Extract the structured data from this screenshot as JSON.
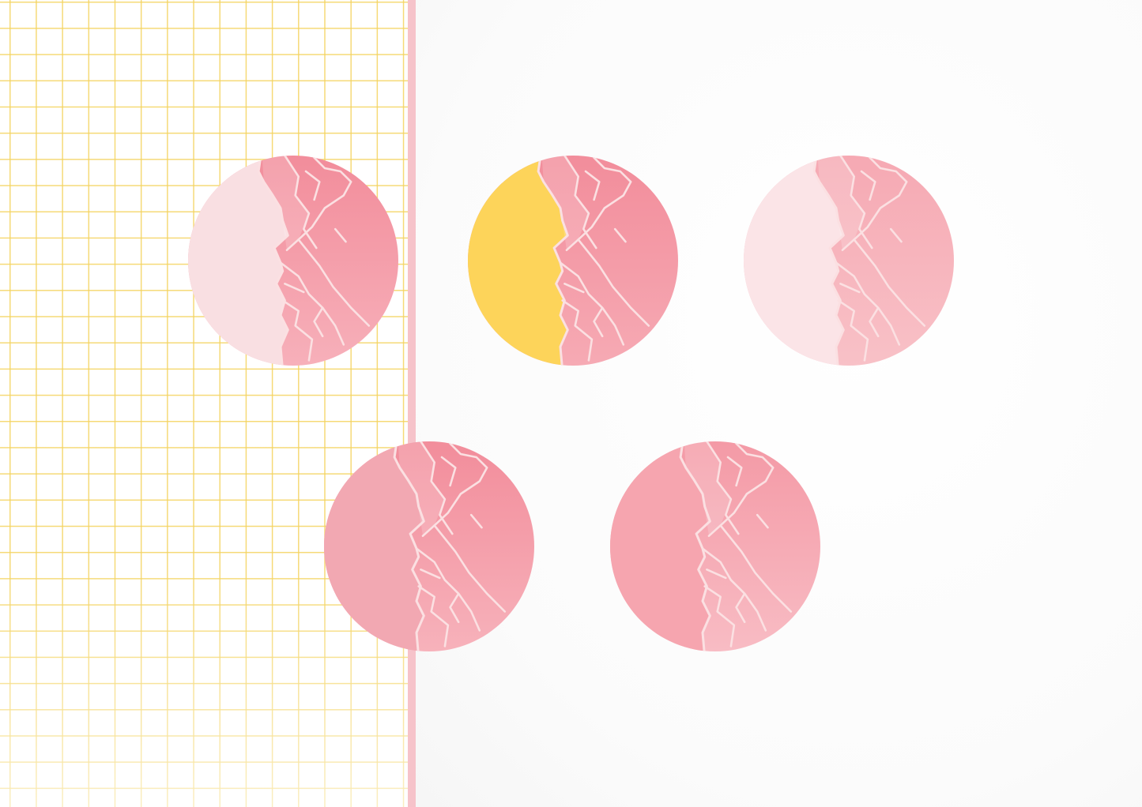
{
  "scene": {
    "panels": {
      "grid_panel": {
        "line_color": "#f4d35e",
        "background": "#ffffff"
      },
      "divider": {
        "color": "#f6c3ca"
      },
      "plain_panel": {
        "background": "#fdfdfd"
      }
    },
    "crack_line_color": "#fbe0e2",
    "discs": [
      {
        "name": "disc-light-pink-left-half",
        "left_color": "#f9dfe2",
        "right_color": "#f28d9b",
        "right_color_light": "#f7b0ba"
      },
      {
        "name": "disc-yellow-left-half",
        "left_color": "#fdd45a",
        "right_color": "#f28d9b",
        "right_color_light": "#f6aab4"
      },
      {
        "name": "disc-pale-left-half",
        "left_color": "#fbe4e7",
        "right_color": "#f6a9b3",
        "right_color_light": "#f8c1c7"
      },
      {
        "name": "disc-rose-gradient-left-half",
        "left_color": "#f2a8b2",
        "right_color": "#f28d9b",
        "right_color_light": "#f7b2bb"
      },
      {
        "name": "disc-solid-pink",
        "left_color": "#f6a5af",
        "right_color": "#f49aa6",
        "right_color_light": "#f8bcc4"
      }
    ]
  }
}
